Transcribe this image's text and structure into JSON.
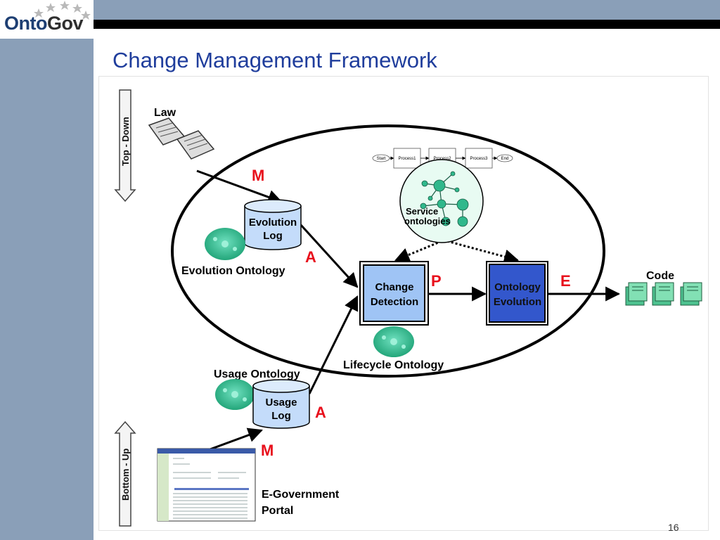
{
  "slide": {
    "logo_onto": "Onto",
    "logo_gov": "Gov",
    "title": "Change Management Framework",
    "page_number": "16"
  },
  "diagram": {
    "law": "Law",
    "top_down": "Top - Down",
    "bottom_up": "Bottom - Up",
    "evolution_log": [
      "Evolution",
      "Log"
    ],
    "evolution_ontology": "Evolution Ontology",
    "usage_ontology": "Usage Ontology",
    "usage_log": [
      "Usage",
      "Log"
    ],
    "change_detection": [
      "Change",
      "Detection"
    ],
    "ontology_evolution": [
      "Ontology",
      "Evolution"
    ],
    "lifecycle_ontology": "Lifecycle Ontology",
    "service_ontologies": [
      "Service",
      "ontologies"
    ],
    "code": "Code",
    "portal": [
      "E-Government",
      "Portal"
    ],
    "process_steps": [
      "Start",
      "Process1",
      "Process2",
      "Process3",
      "End"
    ],
    "markers": {
      "m_top": "M",
      "a_top": "A",
      "p": "P",
      "e": "E",
      "a_bottom": "A",
      "m_bottom": "M"
    },
    "colors": {
      "marker": "#e8101c",
      "change_detection": "#9fc4f5",
      "ontology_evolution": "#3357cc",
      "ontology_blob": "#30b88c",
      "cylinder": "#c4dcfa"
    }
  }
}
